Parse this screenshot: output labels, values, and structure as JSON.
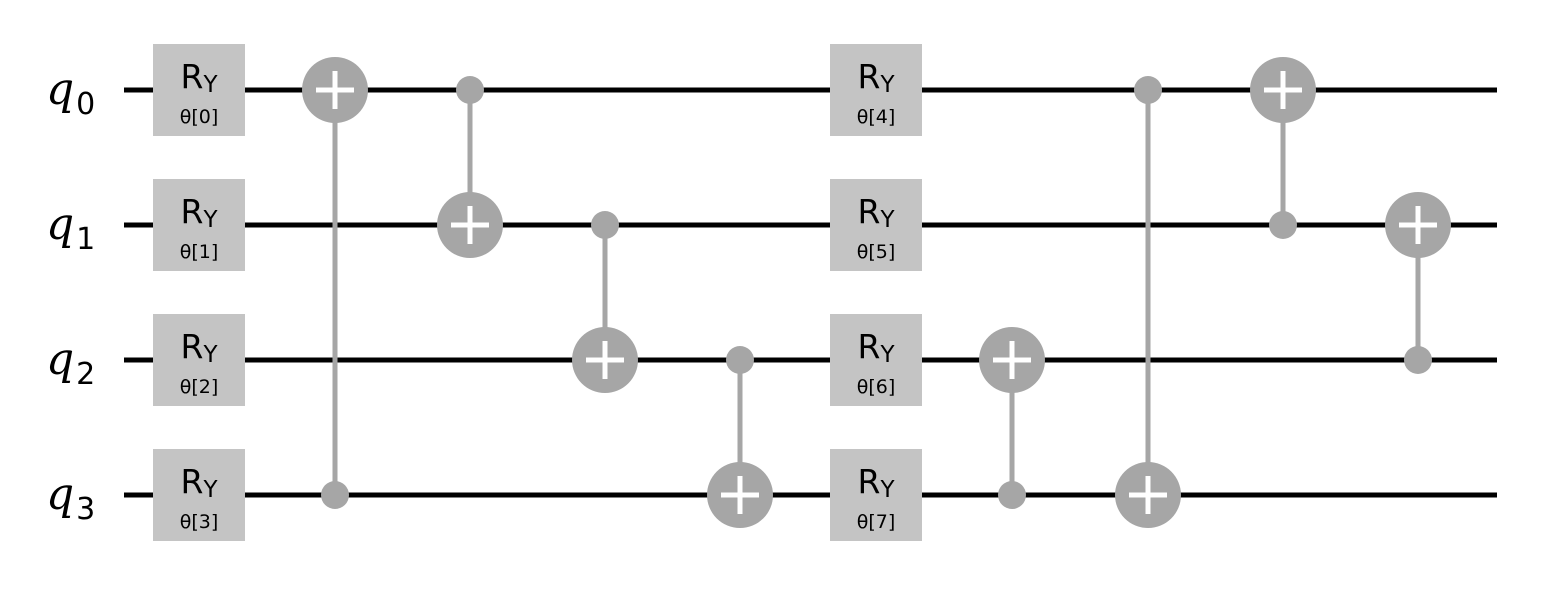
{
  "qubits": [
    {
      "name": "q",
      "index": "0"
    },
    {
      "name": "q",
      "index": "1"
    },
    {
      "name": "q",
      "index": "2"
    },
    {
      "name": "q",
      "index": "3"
    }
  ],
  "gates": [
    {
      "type": "RY",
      "label": "R",
      "sub": "Y",
      "param": "θ[0]",
      "qubit": 0,
      "step": 0
    },
    {
      "type": "RY",
      "label": "R",
      "sub": "Y",
      "param": "θ[1]",
      "qubit": 1,
      "step": 0
    },
    {
      "type": "RY",
      "label": "R",
      "sub": "Y",
      "param": "θ[2]",
      "qubit": 2,
      "step": 0
    },
    {
      "type": "RY",
      "label": "R",
      "sub": "Y",
      "param": "θ[3]",
      "qubit": 3,
      "step": 0
    },
    {
      "type": "CX",
      "control": 3,
      "target": 0,
      "step": 1
    },
    {
      "type": "CX",
      "control": 0,
      "target": 1,
      "step": 2
    },
    {
      "type": "CX",
      "control": 1,
      "target": 2,
      "step": 3
    },
    {
      "type": "CX",
      "control": 2,
      "target": 3,
      "step": 4
    },
    {
      "type": "RY",
      "label": "R",
      "sub": "Y",
      "param": "θ[4]",
      "qubit": 0,
      "step": 5
    },
    {
      "type": "RY",
      "label": "R",
      "sub": "Y",
      "param": "θ[5]",
      "qubit": 1,
      "step": 5
    },
    {
      "type": "RY",
      "label": "R",
      "sub": "Y",
      "param": "θ[6]",
      "qubit": 2,
      "step": 5
    },
    {
      "type": "RY",
      "label": "R",
      "sub": "Y",
      "param": "θ[7]",
      "qubit": 3,
      "step": 5
    },
    {
      "type": "CX",
      "control": 3,
      "target": 2,
      "step": 6
    },
    {
      "type": "CX",
      "control": 0,
      "target": 3,
      "step": 7
    },
    {
      "type": "CX",
      "control": 1,
      "target": 0,
      "step": 8
    },
    {
      "type": "CX",
      "control": 2,
      "target": 1,
      "step": 9
    }
  ],
  "colors": {
    "wire": "#000000",
    "gate_fill": "#c4c4c4",
    "cnot": "#a6a6a6",
    "cnot_plus": "#ffffff"
  }
}
